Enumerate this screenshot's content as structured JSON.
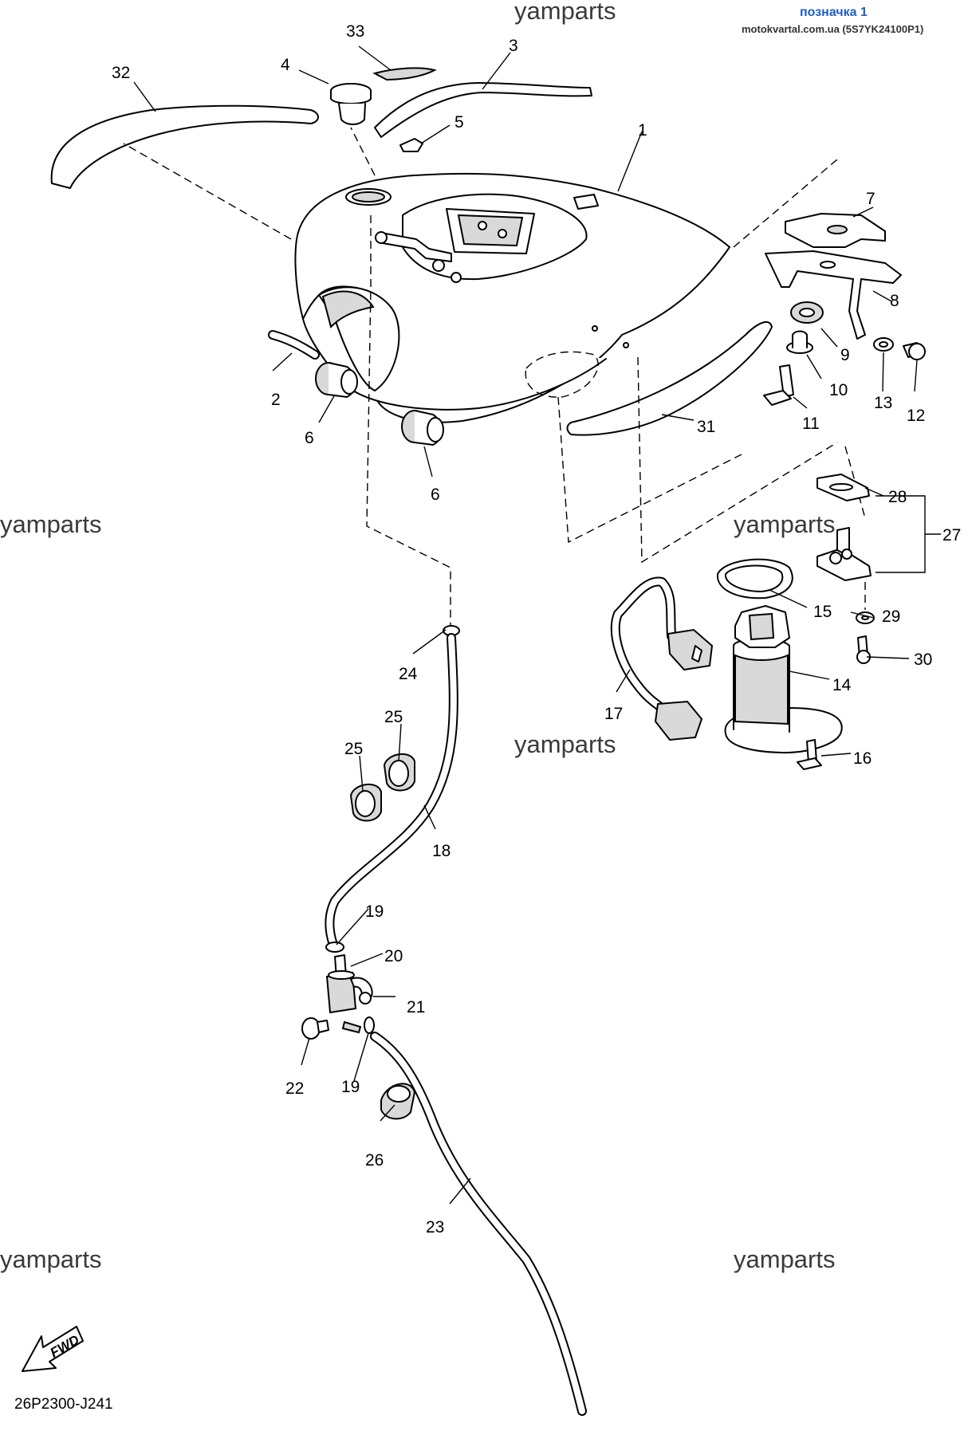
{
  "header": {
    "title": "позначка 1",
    "subtitle": "motokvartal.com.ua (5S7YK24100P1)"
  },
  "watermarks": [
    "yamparts",
    "yamparts",
    "yamparts",
    "yamparts",
    "yamparts",
    "yamparts"
  ],
  "diagram_code": "26P2300-J241",
  "fwd_label": "FWD",
  "callouts": [
    "1",
    "2",
    "3",
    "4",
    "5",
    "6",
    "6",
    "7",
    "8",
    "9",
    "10",
    "11",
    "12",
    "13",
    "14",
    "15",
    "16",
    "17",
    "18",
    "19",
    "19",
    "20",
    "21",
    "22",
    "23",
    "24",
    "25",
    "25",
    "26",
    "27",
    "28",
    "29",
    "30",
    "31",
    "32",
    "33"
  ]
}
